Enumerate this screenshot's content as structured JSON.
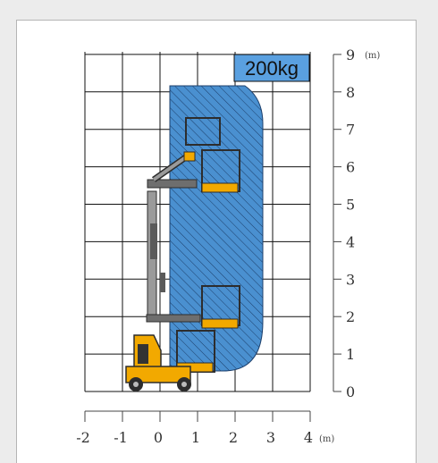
{
  "capacity_label": "200kg",
  "y_axis": {
    "unit": "(m)",
    "ticks": [
      "0",
      "1",
      "2",
      "3",
      "4",
      "5",
      "6",
      "7",
      "8",
      "9"
    ]
  },
  "x_axis": {
    "unit": "(m)",
    "ticks": [
      "-2",
      "-1",
      "0",
      "1",
      "2",
      "3",
      "4"
    ]
  },
  "colors": {
    "envelope_fill": "#4a90d0",
    "envelope_hatch": "#1c3f6b",
    "capacity_fill": "#5aa0e0",
    "machine_yellow": "#f2a900",
    "machine_dark": "#2d2d2d",
    "grid": "#111111",
    "axis": "#444444"
  },
  "icons": [
    "aerial-work-platform-icon"
  ]
}
